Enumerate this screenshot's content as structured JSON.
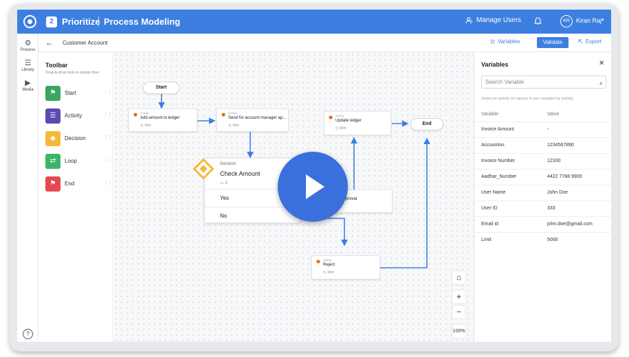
{
  "topbar": {
    "badge": "2",
    "app_name": "Prioritize",
    "section": "Process Modeling",
    "manage_users": "Manage Users",
    "user_initials": "KR",
    "user_name": "Kiran Raj"
  },
  "rail": {
    "process": "Process",
    "library": "Library",
    "media": "Media",
    "help": "?"
  },
  "subheader": {
    "breadcrumb": "Customer Account",
    "variables": "Variables",
    "validate": "Validate",
    "export": "Export"
  },
  "toolbar": {
    "title": "Toolbar",
    "subtitle": "Drag & drop tools to design flow",
    "tools": [
      {
        "label": "Start",
        "color": "#3aa65f"
      },
      {
        "label": "Activity",
        "color": "#5b4bb1"
      },
      {
        "label": "Decision",
        "color": "#f5b93a"
      },
      {
        "label": "Loop",
        "color": "#3cb56a"
      },
      {
        "label": "End",
        "color": "#e5484d"
      }
    ]
  },
  "canvas": {
    "start": "Start",
    "end": "End",
    "activity_kind": "Activity",
    "nodes": [
      {
        "name": "Add amount to ledger",
        "duration": "10m"
      },
      {
        "name": "Send for account manager ap...",
        "duration": "10m"
      },
      {
        "name": "Update ledger",
        "duration": "10m"
      },
      {
        "name": "Limit approval",
        "duration": ""
      },
      {
        "name": "Reject",
        "duration": "10m"
      }
    ],
    "decision": {
      "kind": "Decision",
      "title": "Check Amount",
      "count": "3",
      "options": [
        "Yes",
        "No"
      ]
    },
    "zoom": "100%",
    "zoom_in": "+",
    "zoom_out": "−"
  },
  "variables_panel": {
    "title": "Variables",
    "search_placeholder": "Search Variable",
    "hint": "Select an activity on canvas to see variables by activity",
    "col_variable": "Variable",
    "col_value": "Value",
    "rows": [
      {
        "name": "Invoice Amount",
        "value": "-"
      },
      {
        "name": "Accountno.",
        "value": "1234567890"
      },
      {
        "name": "Invoice Number",
        "value": "12330"
      },
      {
        "name": "Aadhar_Number",
        "value": "4422 7788 9900"
      },
      {
        "name": "User Name",
        "value": "John Doe"
      },
      {
        "name": "User ID",
        "value": "333"
      },
      {
        "name": "Email id",
        "value": "john.doe@gmail.com"
      },
      {
        "name": "Limit",
        "value": "5000"
      }
    ]
  }
}
